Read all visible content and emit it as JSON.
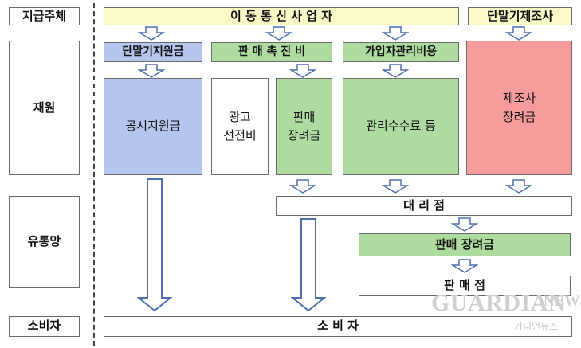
{
  "row_labels": {
    "provider": "지급주체",
    "funding": "재원",
    "distribution": "유통망",
    "consumer": "소비자"
  },
  "header": {
    "carrier": "이 동 통 신 사 업 자",
    "manufacturer": "단말기제조사"
  },
  "categories": {
    "device_subsidy": "단말기지원금",
    "sales_promotion": "판 매 촉 진 비",
    "subscriber_management": "가입자관리비용"
  },
  "funds": {
    "public_subsidy": "공시지원금",
    "advertising": "광고\n선전비",
    "sales_incentive": "판매\n장려금",
    "management_fee": "관리수수료 등",
    "manufacturer_incentive": "제조사\n장려금"
  },
  "channel": {
    "agency": "대  리  점",
    "sales_incentive": "판매 장려금",
    "store": "판 매 점"
  },
  "consumer_bar": "소   비   자",
  "watermark": {
    "brand": "GUARDIAN",
    "news": "NEWS",
    "korean": "가디언뉴스"
  },
  "colors": {
    "yellow": "#fafac8",
    "blue": "#b4c6ee",
    "green": "#aedca0",
    "red": "#f79c9c",
    "arrow_fill": "#ffffff",
    "arrow_stroke": "#4e6fae"
  }
}
